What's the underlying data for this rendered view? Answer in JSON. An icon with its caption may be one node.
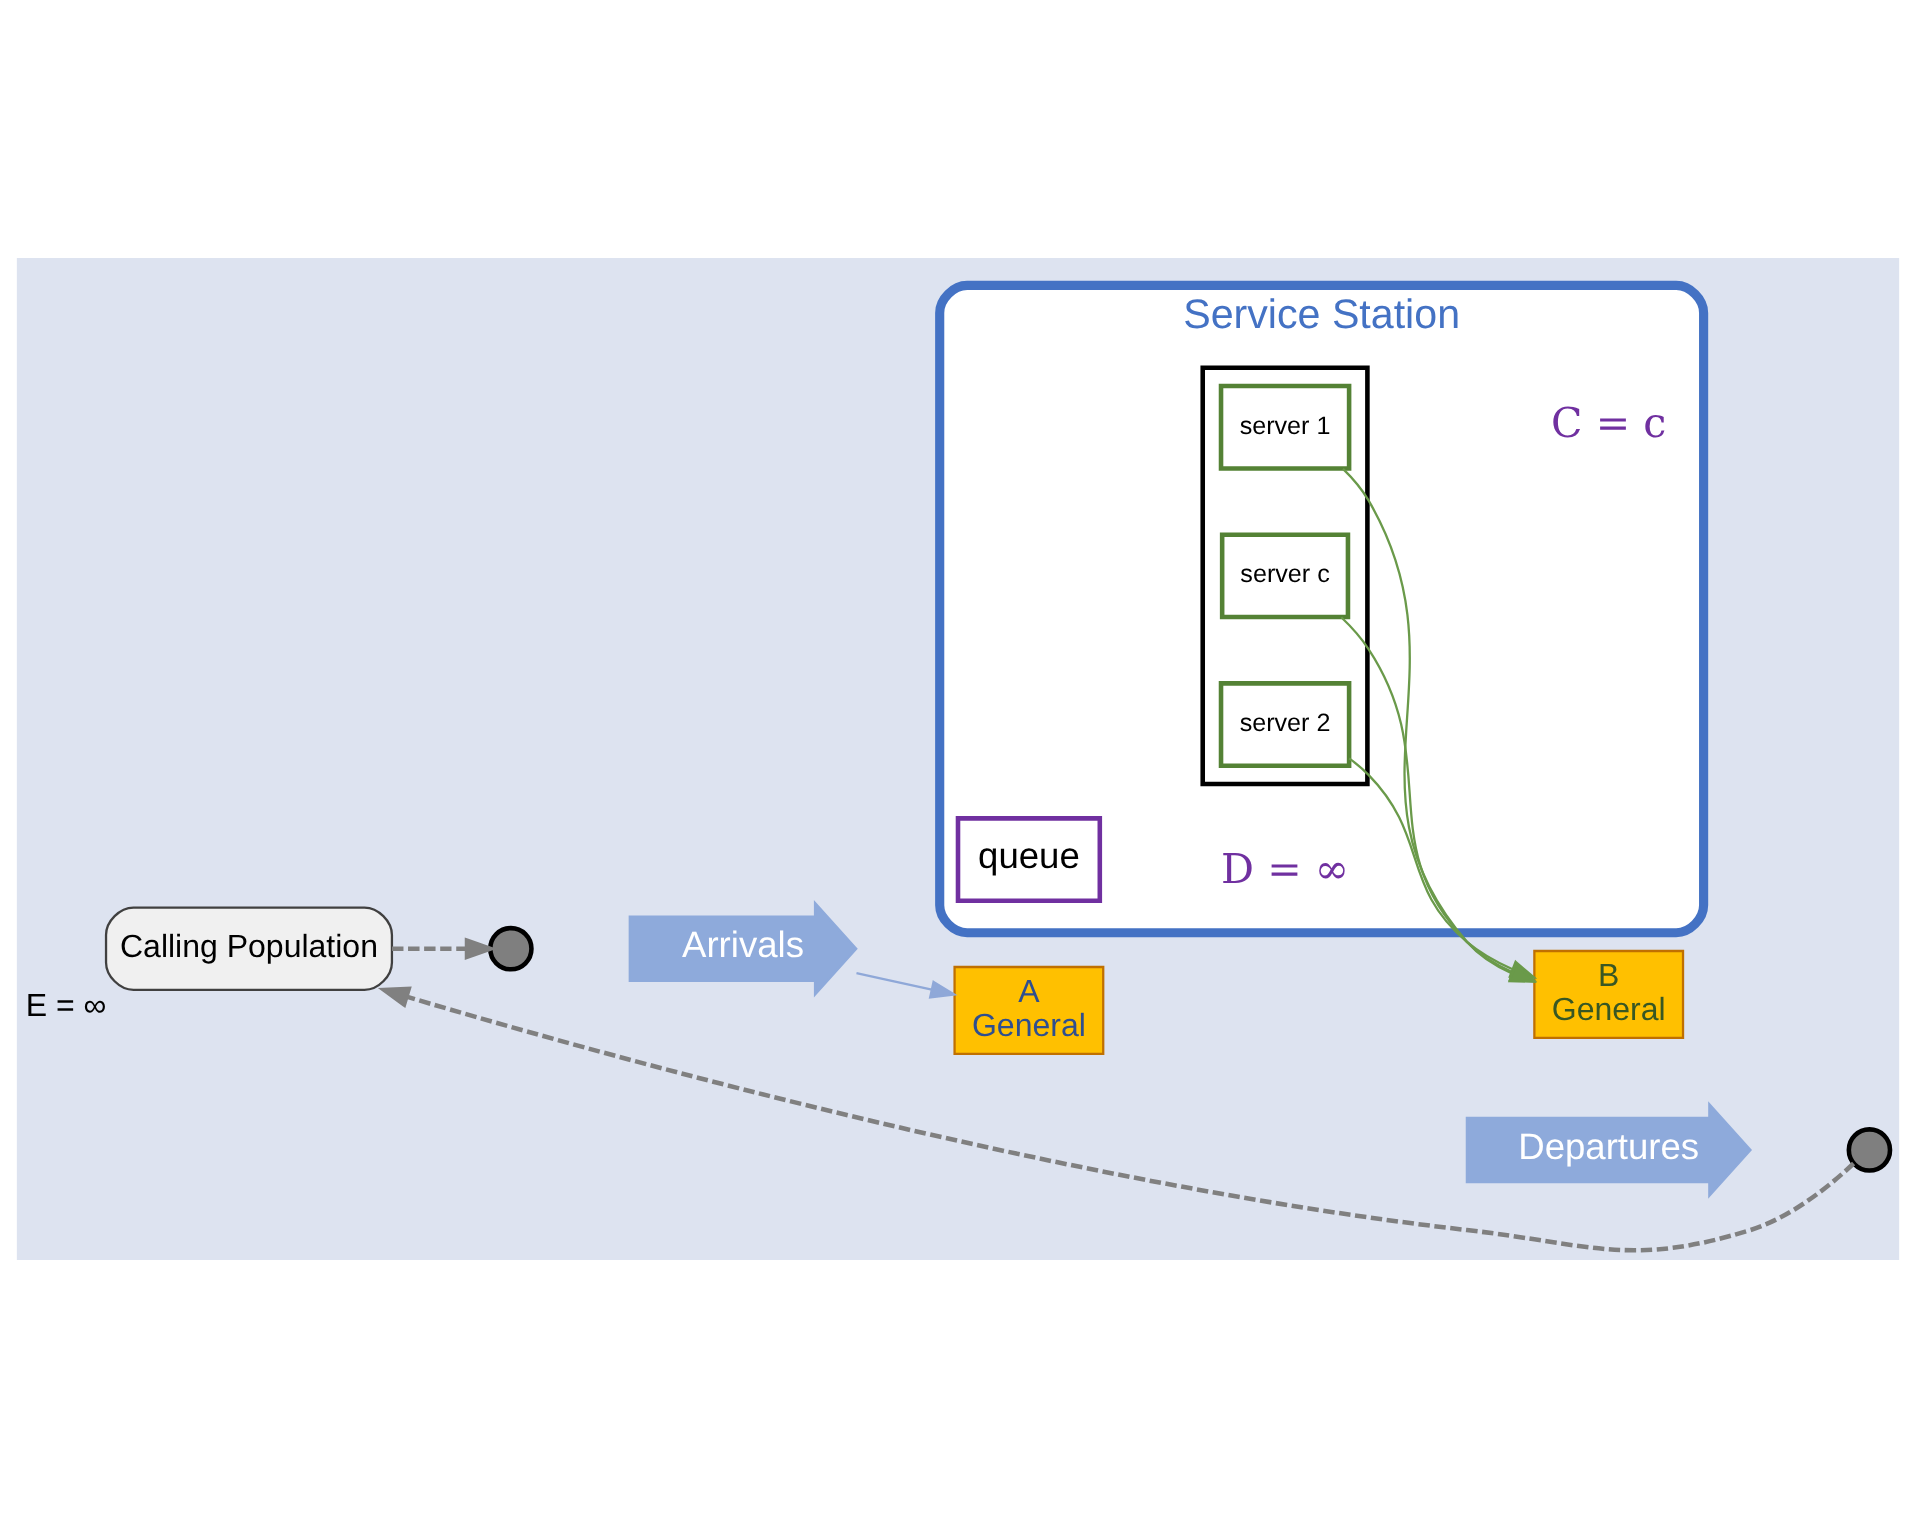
{
  "diagram": {
    "nodes": [
      {
        "text": [
          "Calling Population"
        ],
        "beside": [
          "E = ∞"
        ]
      },
      {
        "text": [],
        "shape": "circle"
      },
      {
        "text": [
          "Arrivals"
        ]
      },
      {
        "text": [
          "Service Station"
        ]
      },
      {
        "text": [
          "queue"
        ],
        "in": 3
      },
      {
        "text": [],
        "shape": "box",
        "in": 3
      },
      {
        "text": [
          "server 1"
        ],
        "in": 5
      },
      {
        "text": [
          "server 2"
        ],
        "in": 5
      },
      {
        "text": [
          "server c"
        ],
        "in": 5
      },
      {
        "text": [
          "Departures"
        ]
      },
      {
        "text": [],
        "shape": "circle"
      },
      {
        "text": [
          "A",
          "General"
        ]
      },
      {
        "text": [
          "B",
          "General"
        ]
      }
    ],
    "edges": [
      {
        "from": 0,
        "to": 1,
        "arrow": "to",
        "style": "dashed",
        "color": "#808080"
      },
      {
        "from": 10,
        "to": 0,
        "arrow": "to",
        "style": "dashed",
        "color": "#808080"
      },
      {
        "from": 2,
        "to": 11,
        "arrow": "to",
        "color": "#8fa8d8"
      },
      {
        "from": 6,
        "to": 12,
        "arrow": "to",
        "color": "#6a9a4a"
      },
      {
        "from": 7,
        "to": 12,
        "arrow": "to",
        "color": "#6a9a4a"
      },
      {
        "from": 8,
        "to": 12,
        "arrow": "to",
        "color": "#6a9a4a"
      }
    ],
    "labels": [
      "C = c",
      "D = ∞"
    ]
  }
}
